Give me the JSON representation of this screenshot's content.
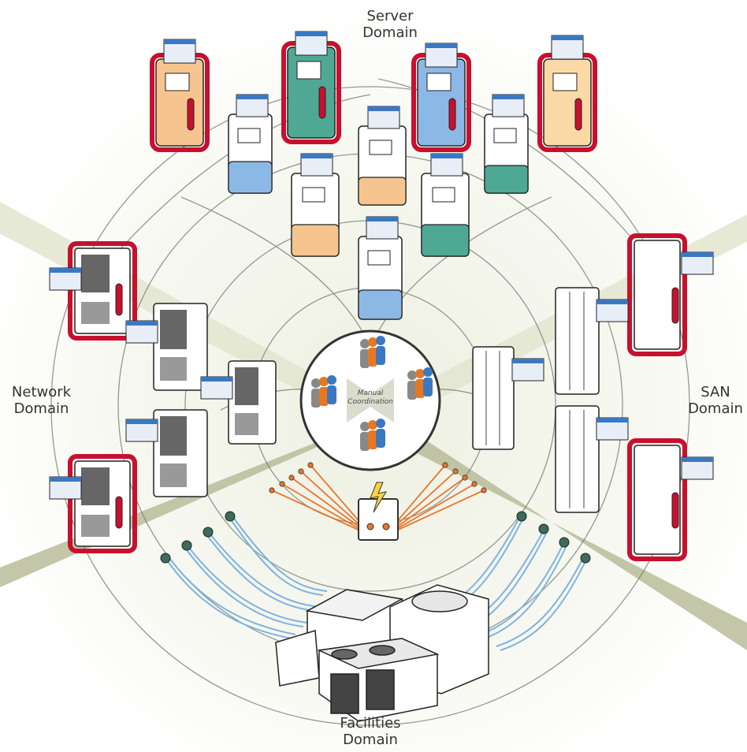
{
  "labels": {
    "server": {
      "line1": "Server",
      "line2": "Domain"
    },
    "network": {
      "line1": "Network",
      "line2": "Domain"
    },
    "san": {
      "line1": "SAN",
      "line2": "Domain"
    },
    "facilities": {
      "line1": "Facilities",
      "line2": "Domain"
    }
  },
  "center": {
    "line1": "Manual",
    "line2": "Coordination"
  },
  "colors": {
    "hot_outline": "#c8102e",
    "orange_fill": "#f6c58f",
    "teal_fill": "#4fa894",
    "blue_fill": "#8cb8e6",
    "cable_blue": "#7fb3e0",
    "power_orange": "#e8762c",
    "beam": "#d9dcc4",
    "line_gray": "#5b6b66"
  }
}
